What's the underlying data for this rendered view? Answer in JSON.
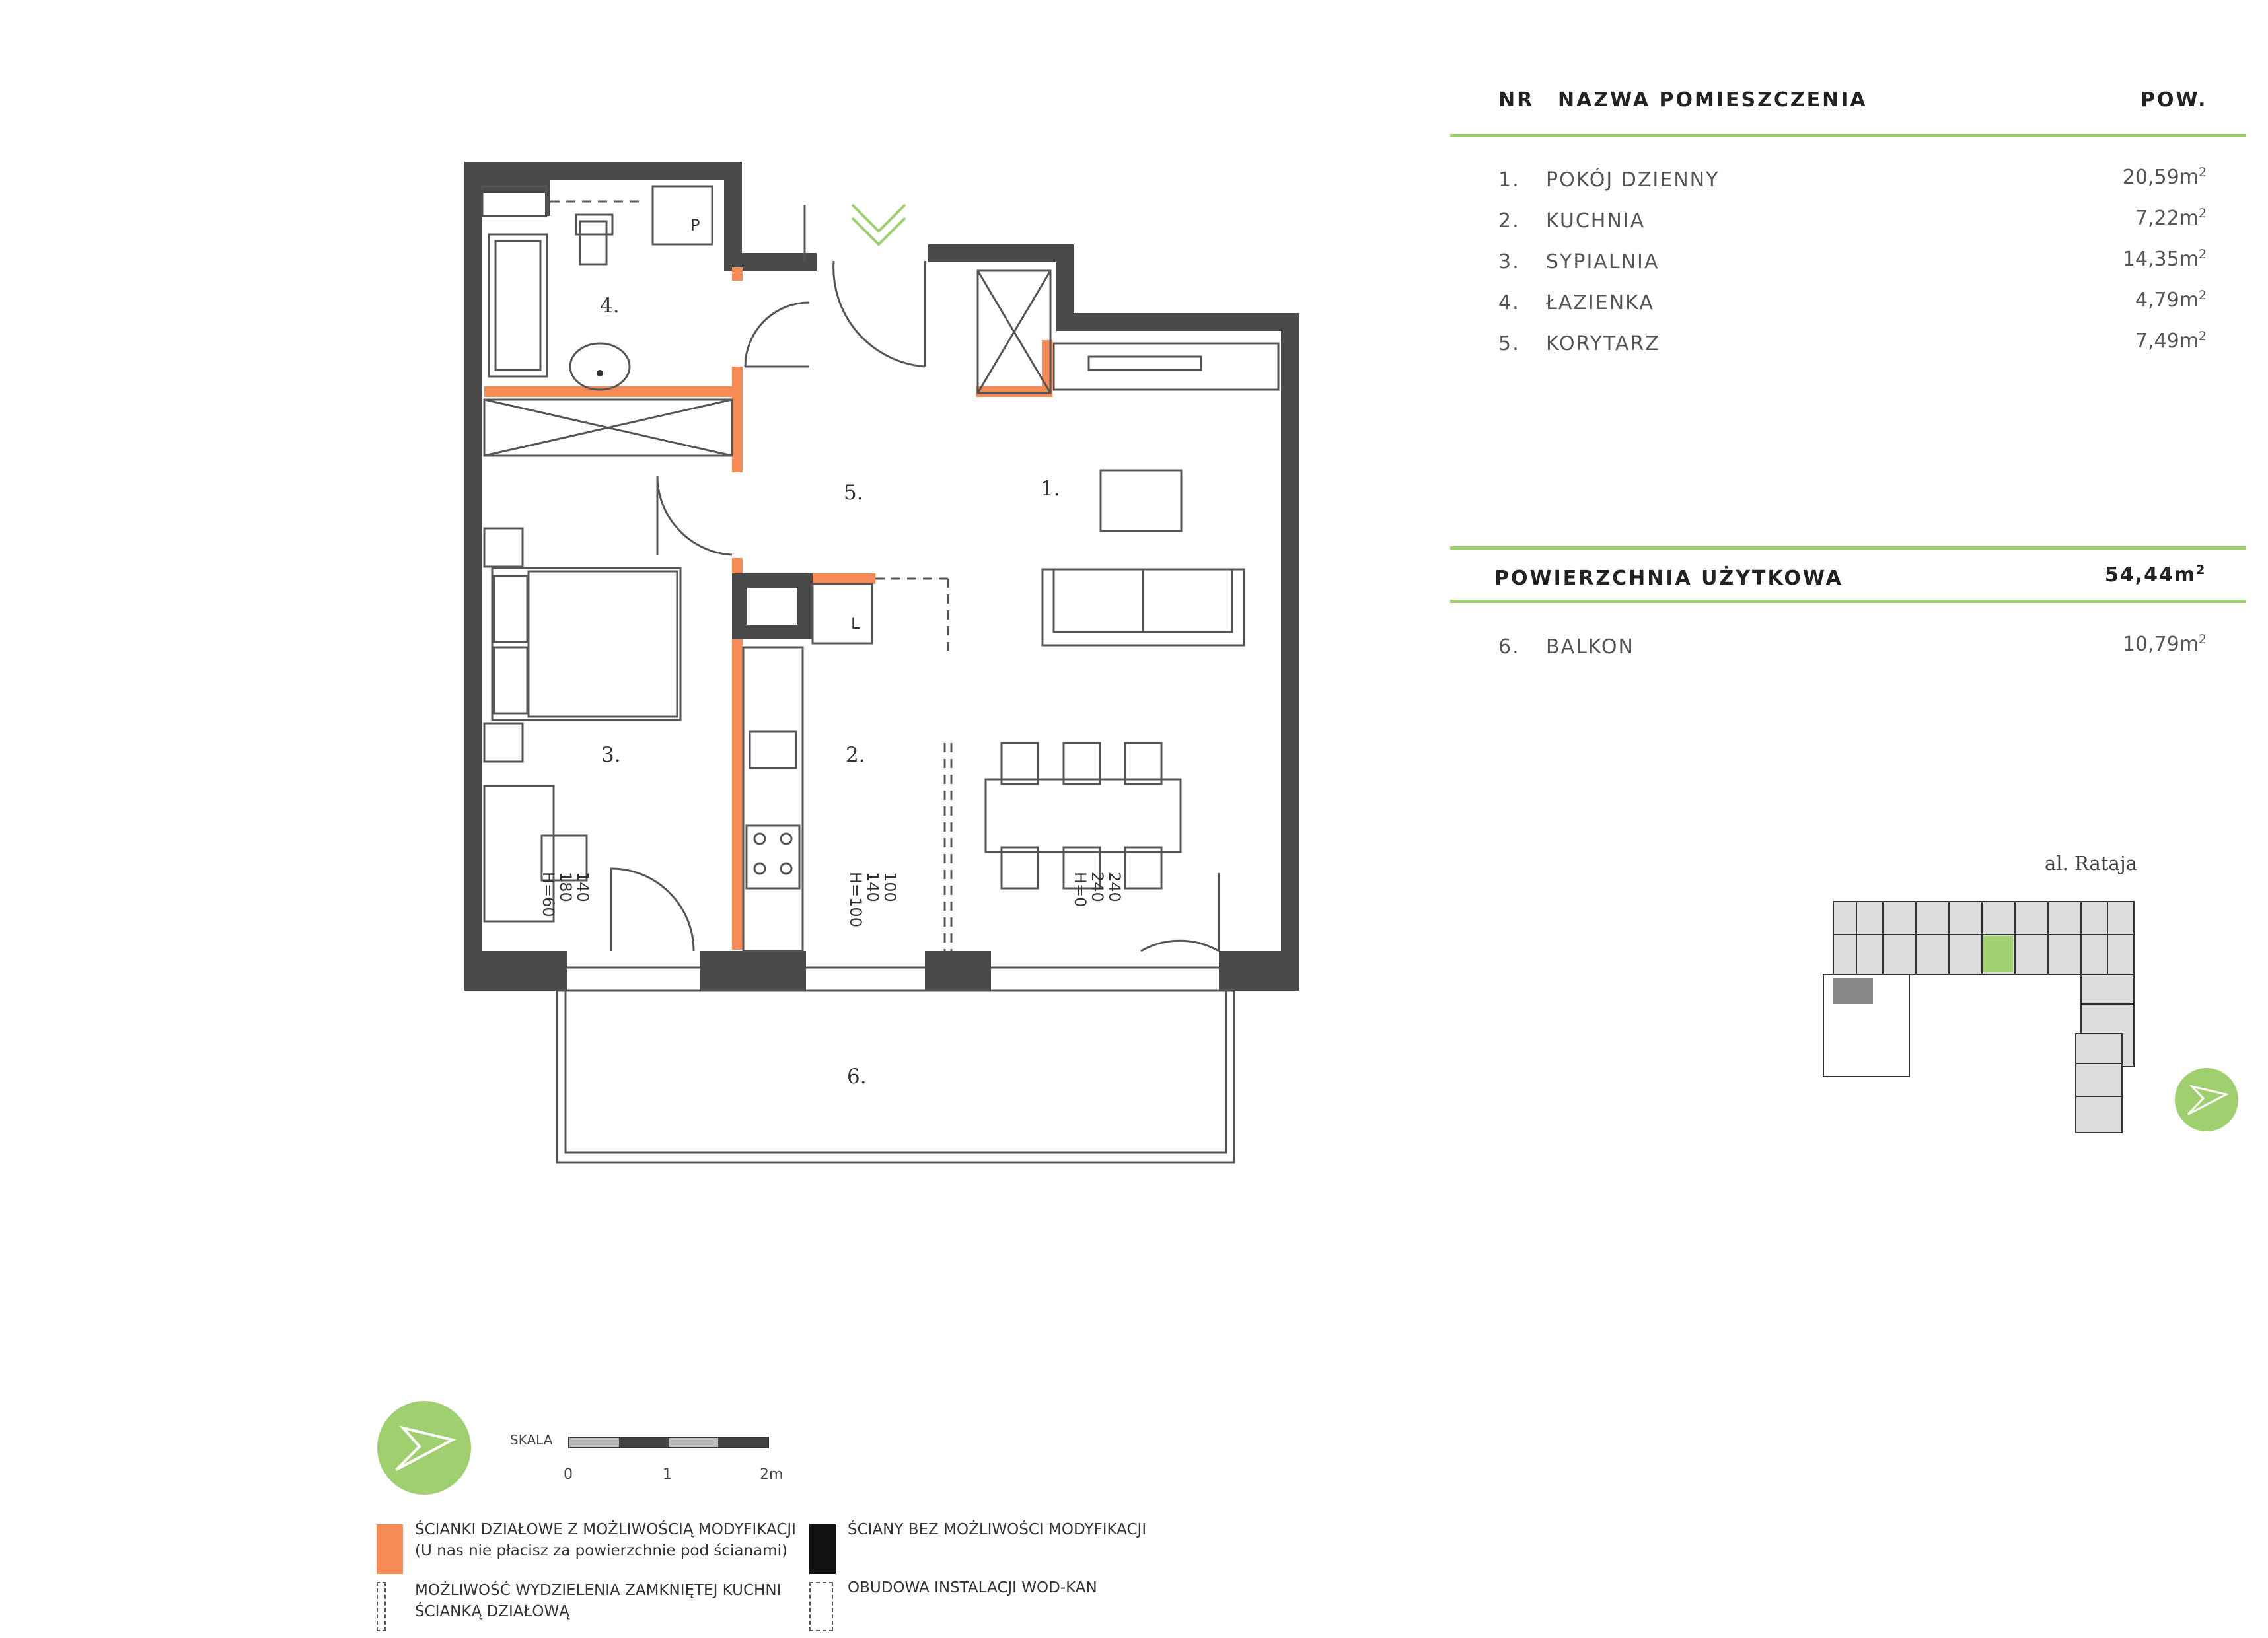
{
  "table": {
    "col_nr": "NR",
    "col_name": "NAZWA POMIESZCZENIA",
    "col_area": "POW.",
    "rooms": [
      {
        "nr": "1.",
        "name": "POKÓJ DZIENNY",
        "area": "20,59m",
        "sup": "2"
      },
      {
        "nr": "2.",
        "name": "KUCHNIA",
        "area": "7,22m",
        "sup": "2"
      },
      {
        "nr": "3.",
        "name": "SYPIALNIA",
        "area": "14,35m",
        "sup": "2"
      },
      {
        "nr": "4.",
        "name": "ŁAZIENKA",
        "area": "4,79m",
        "sup": "2"
      },
      {
        "nr": "5.",
        "name": "KORYTARZ",
        "area": "7,49m",
        "sup": "2"
      }
    ],
    "usable_label": "POWIERZCHNIA UŻYTKOWA",
    "usable_value": "54,44m",
    "usable_sup": "2",
    "balcony": {
      "nr": "6.",
      "name": "BALKON",
      "area": "10,79m",
      "sup": "2"
    }
  },
  "plan": {
    "room_labels": [
      "1.",
      "2.",
      "3.",
      "4.",
      "5.",
      "6."
    ],
    "window_dims": [
      {
        "a": "140",
        "b": "180",
        "c": "H=60"
      },
      {
        "a": "100",
        "b": "140",
        "c": "H=100"
      },
      {
        "a": "240",
        "b": "240",
        "c": "H=0"
      }
    ],
    "fixture_labels": {
      "p": "P",
      "l": "L"
    }
  },
  "site": {
    "street": "al. Rataja"
  },
  "scale": {
    "label": "SKALA",
    "ticks": [
      "0",
      "1",
      "2m"
    ]
  },
  "legend": {
    "orange_line1": "ŚCIANKI DZIAŁOWE Z MOŻLIWOŚCIĄ MODYFIKACJI",
    "orange_line2": "(U nas nie płacisz za powierzchnie pod ścianami)",
    "black": "ŚCIANY BEZ MOŻLIWOŚCI MODYFIKACJI",
    "dashed1_line1": "MOŻLIWOŚĆ WYDZIELENIA ZAMKNIĘTEJ KUCHNI",
    "dashed1_line2": "ŚCIANKĄ DZIAŁOWĄ",
    "dashed2": "OBUDOWA INSTALACJI WOD-KAN"
  },
  "colors": {
    "accent_green": "#9fcf6e",
    "orange": "#f68b55",
    "wall": "#4a4a4a"
  }
}
